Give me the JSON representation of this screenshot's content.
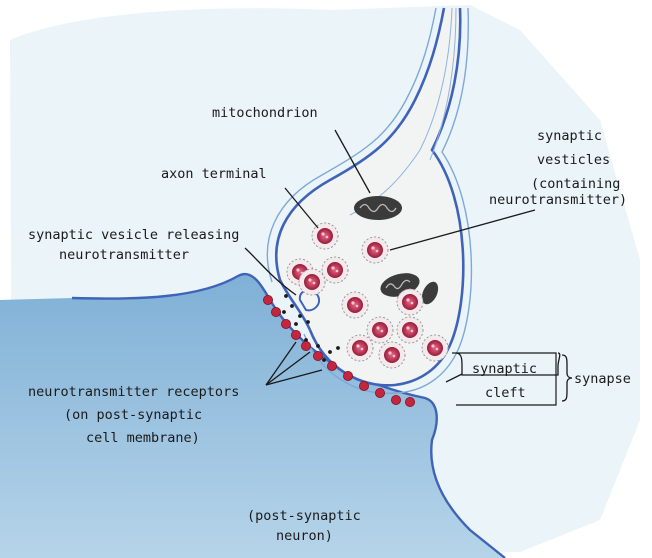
{
  "labels": {
    "mitochondrion": "mitochondrion",
    "synaptic_vesicles_1": "synaptic",
    "synaptic_vesicles_2": "vesticles",
    "synaptic_vesicles_3": "(containing",
    "synaptic_vesicles_4": "neurotransmitter)",
    "axon_terminal": "axon terminal",
    "vesicle_releasing_1": "synaptic vesicle releasing",
    "vesicle_releasing_2": "neurotransmitter",
    "synaptic_cleft_1": "synaptic",
    "synaptic_cleft_2": "cleft",
    "synapse": "synapse",
    "receptors_1": "neurotransmitter receptors",
    "receptors_2": "(on post-synaptic",
    "receptors_3": "cell membrane)",
    "post_neuron_1": "(post-synaptic",
    "post_neuron_2": "neuron)"
  },
  "colors": {
    "background": "#ffffff",
    "extracellular_wash": "#e8f3f8",
    "membrane": "#3f63b8",
    "neuron_fill": "#9fc3df",
    "terminal_fill": "#f1f4f2",
    "vesicle_core": "#c23a5e",
    "receptor": "#c4253f",
    "mitochondrion": "#3b3b3b"
  }
}
